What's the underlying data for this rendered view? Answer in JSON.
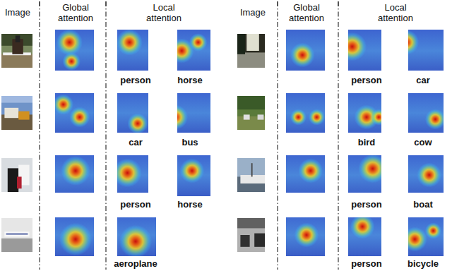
{
  "diagram": {
    "labels": [
      "Image",
      "Global attention",
      "Local attention",
      "Image",
      "Global attention",
      "Local attention",
      "person",
      "horse",
      "person",
      "car",
      "car",
      "bus",
      "bird",
      "cow",
      "person",
      "horse",
      "person",
      "boat",
      "aeroplane",
      "person",
      "bicycle"
    ]
  }
}
